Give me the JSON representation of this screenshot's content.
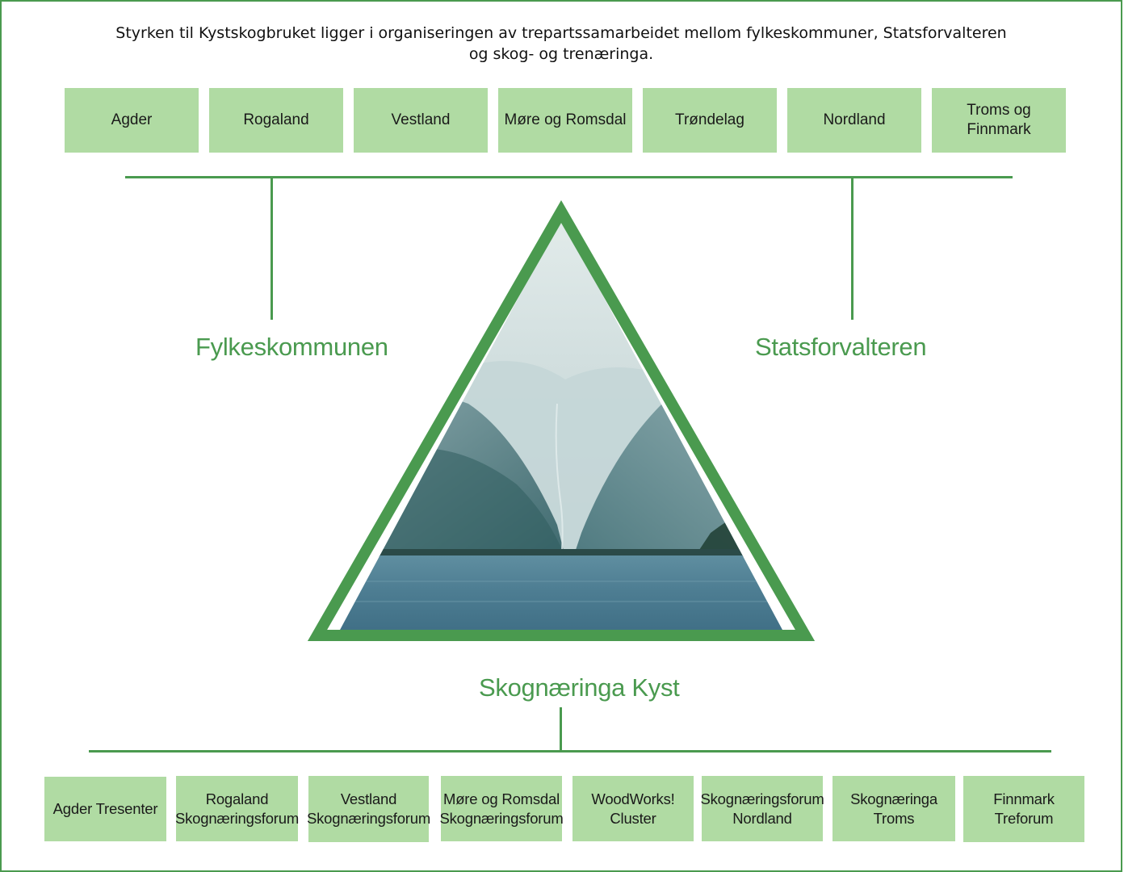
{
  "intro_text": "Styrken til Kystskogbruket ligger i organiseringen av trepartssamarbeidet mellom fylkeskommuner, Statsforvalteren og skog- og trenæringa.",
  "counties": [
    "Agder",
    "Rogaland",
    "Vestland",
    "Møre og Romsdal",
    "Trøndelag",
    "Nordland",
    "Troms og Finnmark"
  ],
  "parties": {
    "left": "Fylkeskommunen",
    "right": "Statsforvalteren",
    "bottom": "Skognæringa Kyst"
  },
  "industry_forums": [
    "Agder Tresenter",
    "Rogaland\nSkognæringsforum",
    "Vestland\nSkognæringsforum",
    "Møre og Romsdal\nSkognæringsforum",
    "WoodWorks!\nCluster",
    "Skognæringsforum\nNordland",
    "Skognæringa\nTroms",
    "Finnmark Treforum"
  ],
  "colors": {
    "accent_green": "#4a9a4f",
    "box_fill": "#b0dba3"
  },
  "center_image": "fjord-landscape-photo"
}
